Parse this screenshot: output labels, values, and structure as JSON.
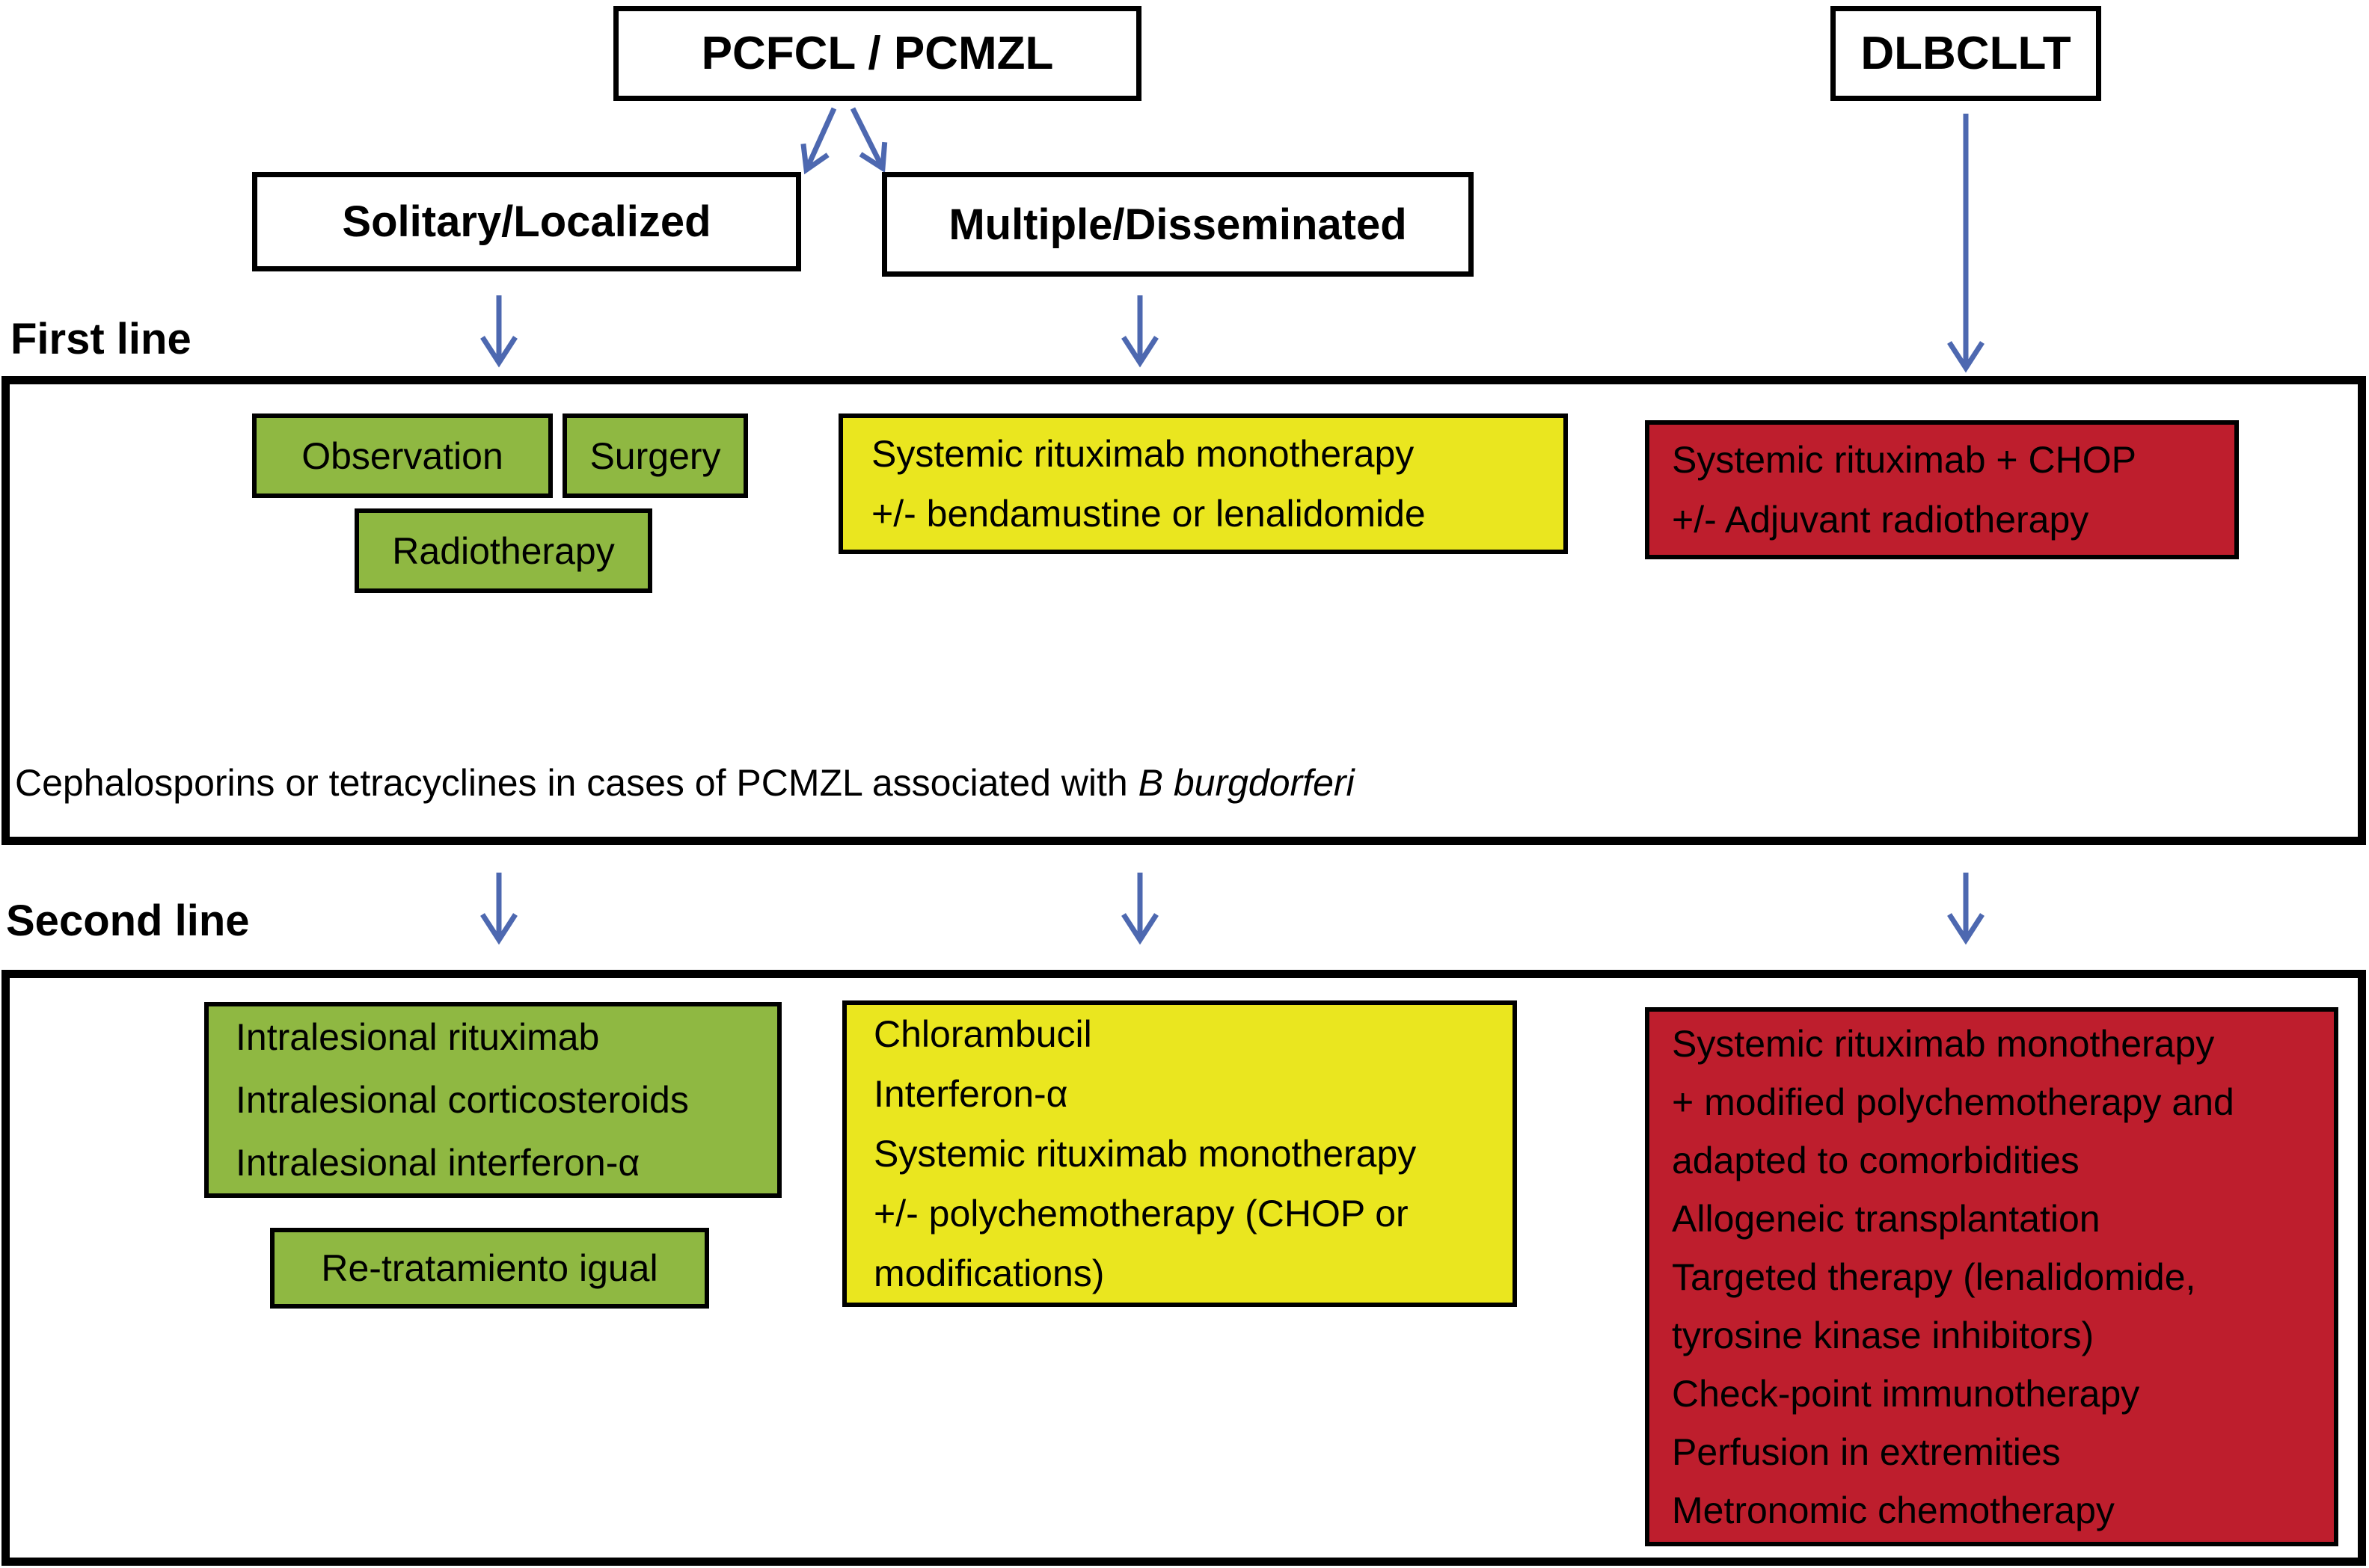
{
  "colors": {
    "green": "#8FB842",
    "yellow": "#EAE61F",
    "red": "#BE1E2D",
    "arrow": "#4D68B0",
    "border": "#000000",
    "background": "#FFFFFF"
  },
  "header": {
    "pcfcl_pcmzl": "PCFCL / PCMZL",
    "dlbcllt": "DLBCLLT",
    "solitary": "Solitary/Localized",
    "multiple": "Multiple/Disseminated"
  },
  "row_labels": {
    "first_line": "First line",
    "second_line": "Second line"
  },
  "first_line": {
    "observation": "Observation",
    "surgery": "Surgery",
    "radiotherapy": "Radiotherapy",
    "yellow_lines": [
      "Systemic rituximab monotherapy",
      "+/- bendamustine or lenalidomide"
    ],
    "red_lines": [
      "Systemic rituximab + CHOP",
      "+/- Adjuvant radiotherapy"
    ],
    "note_plain": "Cephalosporins or tetracyclines in cases of PCMZL associated with ",
    "note_italic": "B burgdorferi"
  },
  "second_line": {
    "green_lines": [
      "Intralesional rituximab",
      "Intralesional corticosteroids",
      "Intralesional interferon-α"
    ],
    "retreat": "Re-tratamiento igual",
    "yellow_lines": [
      "Chlorambucil",
      "Interferon-α",
      "Systemic rituximab monotherapy",
      "+/- polychemotherapy (CHOP or",
      "modifications)"
    ],
    "red_lines": [
      "Systemic rituximab monotherapy",
      "+ modified polychemotherapy and",
      "adapted to comorbidities",
      "Allogeneic transplantation",
      "Targeted therapy (lenalidomide,",
      "tyrosine kinase inhibitors)",
      "Check-point immunotherapy",
      "Perfusion in extremities",
      "Metronomic chemotherapy"
    ]
  }
}
